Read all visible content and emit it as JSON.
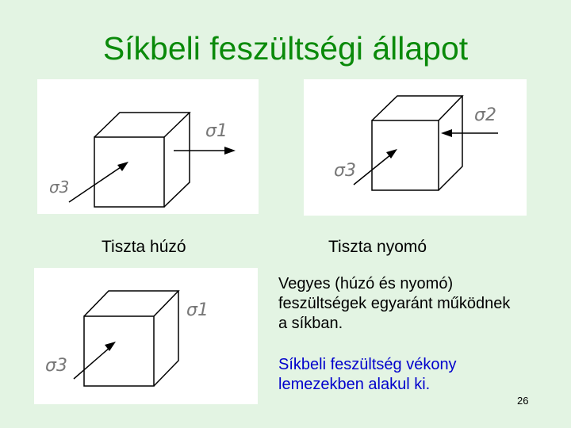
{
  "slide": {
    "title": "Síkbeli feszültségi állapot",
    "page_number": "26"
  },
  "diagrams": [
    {
      "caption": "Tiszta húzó",
      "labels": {
        "sigma_a": "σ1",
        "sigma_b": "σ3"
      }
    },
    {
      "caption": "Tiszta nyomó",
      "labels": {
        "sigma_a": "σ2",
        "sigma_b": "σ3"
      }
    },
    {
      "labels": {
        "sigma_a": "σ1",
        "sigma_b": "σ3"
      }
    }
  ],
  "text": {
    "paragraph_1": "Vegyes (húzó és nyomó) feszültségek egyaránt működnek a síkban.",
    "paragraph_2": "Síkbeli feszültség vékony lemezekben alakul ki.",
    "paragraph_1_color": "#000000",
    "paragraph_2_color": "#0000cc"
  },
  "colors": {
    "title": "#0a8a0a",
    "background": "#e3f4e3"
  }
}
